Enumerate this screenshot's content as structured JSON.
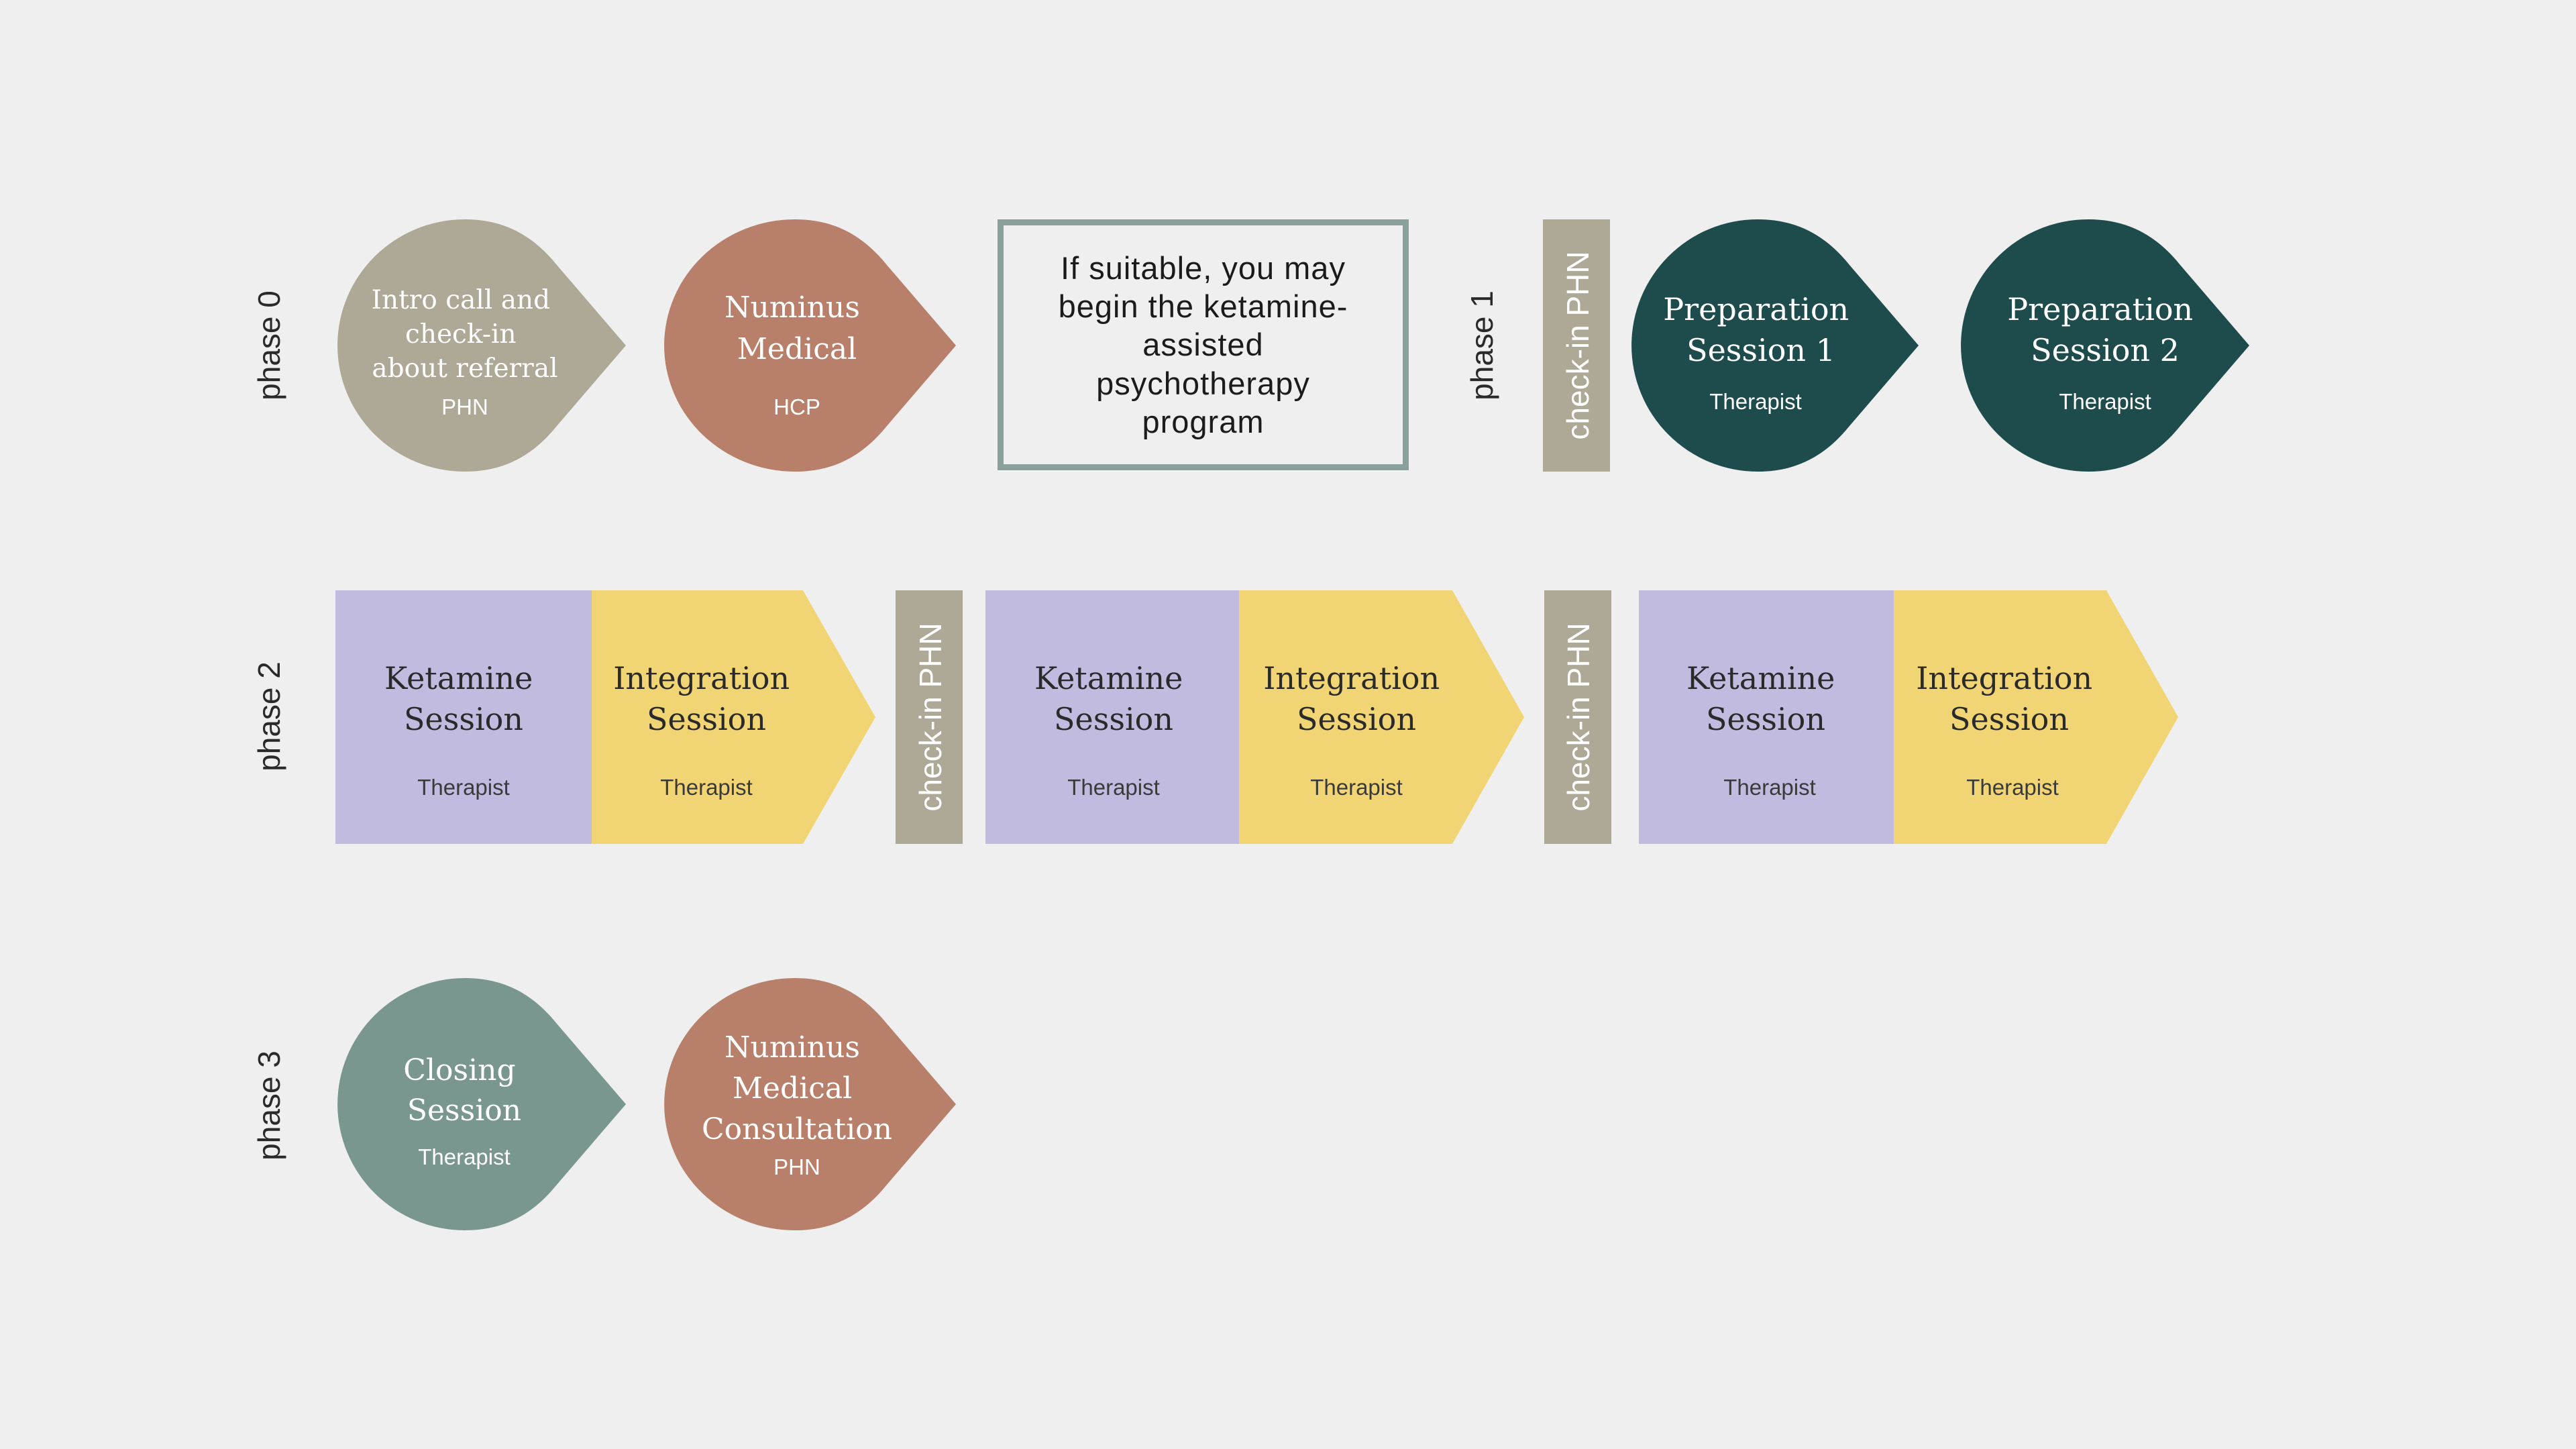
{
  "phases": {
    "phase0": "phase 0",
    "phase1": "phase 1",
    "phase2": "phase 2",
    "phase3": "phase 3"
  },
  "check_in": {
    "label": "check-in PHN"
  },
  "phase0": {
    "intro": {
      "title_lines": [
        "Intro call and",
        "check-in",
        "about referral"
      ],
      "role": "PHN"
    },
    "numinus_medical": {
      "title_lines": [
        "Numinus",
        "Medical"
      ],
      "role": "HCP"
    },
    "suitable_note": "If suitable, you may begin the ketamine-assisted psychotherapy program"
  },
  "phase1": {
    "prep1": {
      "title_lines": [
        "Preparation",
        "Session 1"
      ],
      "role": "Therapist"
    },
    "prep2": {
      "title_lines": [
        "Preparation",
        "Session 2"
      ],
      "role": "Therapist"
    }
  },
  "phase2": {
    "ketamine": {
      "title_lines": [
        "Ketamine",
        "Session"
      ],
      "role": "Therapist"
    },
    "integration": {
      "title_lines": [
        "Integration",
        "Session"
      ],
      "role": "Therapist"
    }
  },
  "phase3": {
    "closing": {
      "title_lines": [
        "Closing",
        "Session"
      ],
      "role": "Therapist"
    },
    "consultation": {
      "title_lines": [
        "Numinus",
        "Medical",
        "Consultation"
      ],
      "role": "PHN"
    }
  },
  "colors": {
    "background": "#efefef",
    "taupe": "#aea996",
    "terracotta": "#b8806a",
    "dark_teal": "#1e4c4c",
    "lavender": "#c0bbdf",
    "yellow": "#f1d575",
    "sage": "#7a978f",
    "box_border": "#8aa09d",
    "dark_text": "#2a2a2a",
    "white_text": "#ffffff"
  }
}
